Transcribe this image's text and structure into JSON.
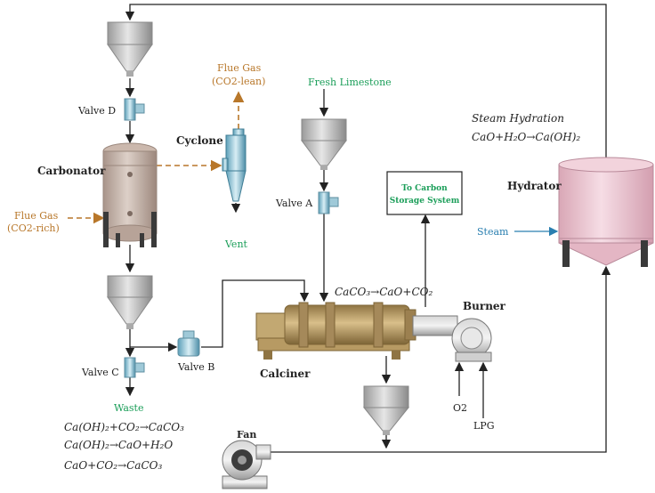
{
  "labels": {
    "valve_d": "Valve D",
    "carbonator": "Carbonator",
    "flue_gas_in_1": "Flue Gas",
    "flue_gas_in_2": "(CO2-rich)",
    "flue_gas_out_1": "Flue Gas",
    "flue_gas_out_2": "(CO2-lean)",
    "cyclone": "Cyclone",
    "vent": "Vent",
    "fresh_limestone": "Fresh Limestone",
    "valve_a": "Valve A",
    "carbon_storage_1": "To Carbon",
    "carbon_storage_2": "Storage System",
    "steam_hydration": "Steam Hydration",
    "hydration_eq": "CaO+H₂O→Ca(OH)₂",
    "hydrator": "Hydrator",
    "steam": "Steam",
    "calcination_eq": "CaCO₃→CaO+CO₂",
    "burner": "Burner",
    "calciner": "Calciner",
    "valve_b": "Valve B",
    "valve_c": "Valve C",
    "waste": "Waste",
    "eq1": "Ca(OH)₂+CO₂→CaCO₃",
    "eq2": "Ca(OH)₂→CaO+H₂O",
    "eq3": "CaO+CO₂→CaCO₃",
    "o2": "O2",
    "lpg": "LPG",
    "fan": "Fan"
  },
  "colors": {
    "green": "#1b9e59",
    "orange": "#b8772a",
    "blue": "#2a7fb0",
    "carbonator": "#c9b3a6",
    "calciner": "#b79a63",
    "hydrator": "#efc9d4",
    "hopper": "#c8c8c8"
  }
}
